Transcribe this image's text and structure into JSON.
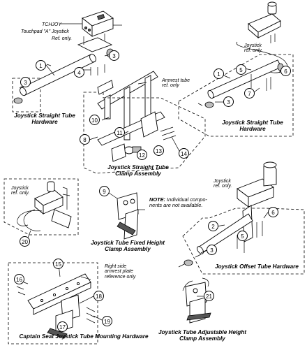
{
  "captions": {
    "straight_hw_left": "Joystick Straight Tube\nHardware",
    "straight_hw_right": "Joystick Straight Tube\nHardware",
    "straight_clamp": "Joystick Straight Tube\nClamp Assembly",
    "fixed_height": "Joystick Tube Fixed Height\nClamp Assembly",
    "offset_hw": "Joystick Offset Tube Hardware",
    "captain_seat": "Captain Seat Joystick Tube Mounting Hardware",
    "adjustable_height": "Joystick Tube Adjustable Height\nClamp Assembly"
  },
  "labels": {
    "tchjoy": "TCHJOY",
    "touchpad": "Touchpad \"A\" Joystick",
    "ref_only": "Ref. only.",
    "joystick_ref_top": "Joystick\nref. only.",
    "armrest_tube": "Armrest tube\nref. only",
    "joystick_ref_left": "Joystick\nref. only.",
    "joystick_ref_offset": "Joystick\nref. only.",
    "note_bold": "NOTE:",
    "note_text": " Individual compo-\nnents are not available.",
    "armrest_plate": "Right side\narmrest plate\nreference only"
  },
  "callouts": [
    "1",
    "3",
    "3",
    "4",
    "1",
    "5",
    "6",
    "7",
    "3",
    "10",
    "11",
    "8",
    "12",
    "13",
    "14",
    "9",
    "20",
    "2",
    "5",
    "6",
    "3",
    "15",
    "16",
    "18",
    "17",
    "19",
    "21"
  ]
}
